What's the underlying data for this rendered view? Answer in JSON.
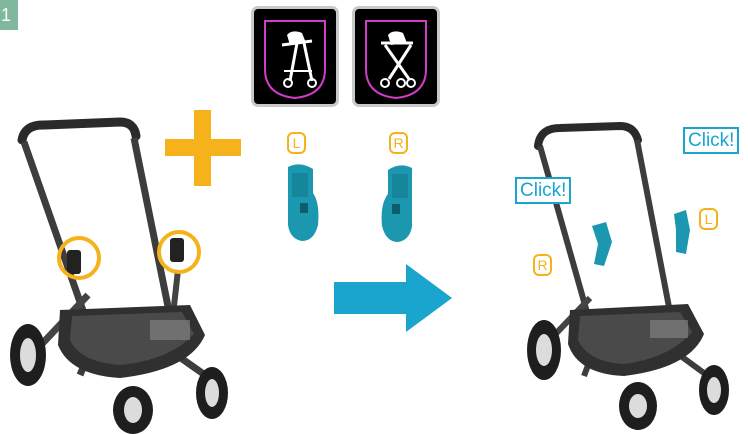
{
  "step": {
    "number": "1"
  },
  "left_adapter": {
    "side_label": "L"
  },
  "right_adapter": {
    "side_label": "R"
  },
  "result": {
    "left_label": "L",
    "right_label": "R",
    "click_left": "Click!",
    "click_right": "Click!"
  },
  "colors": {
    "highlight_orange": "#f5b21a",
    "adapter_teal": "#1b98b0",
    "arrow_blue": "#1aa5cf",
    "icon_card_bg": "#000000",
    "icon_outline_pink": "#d23cc7",
    "step_badge": "#7fb89c"
  },
  "icons": [
    "car-seat-left-icon",
    "car-seat-right-icon",
    "plus-icon",
    "arrow-right-icon"
  ]
}
